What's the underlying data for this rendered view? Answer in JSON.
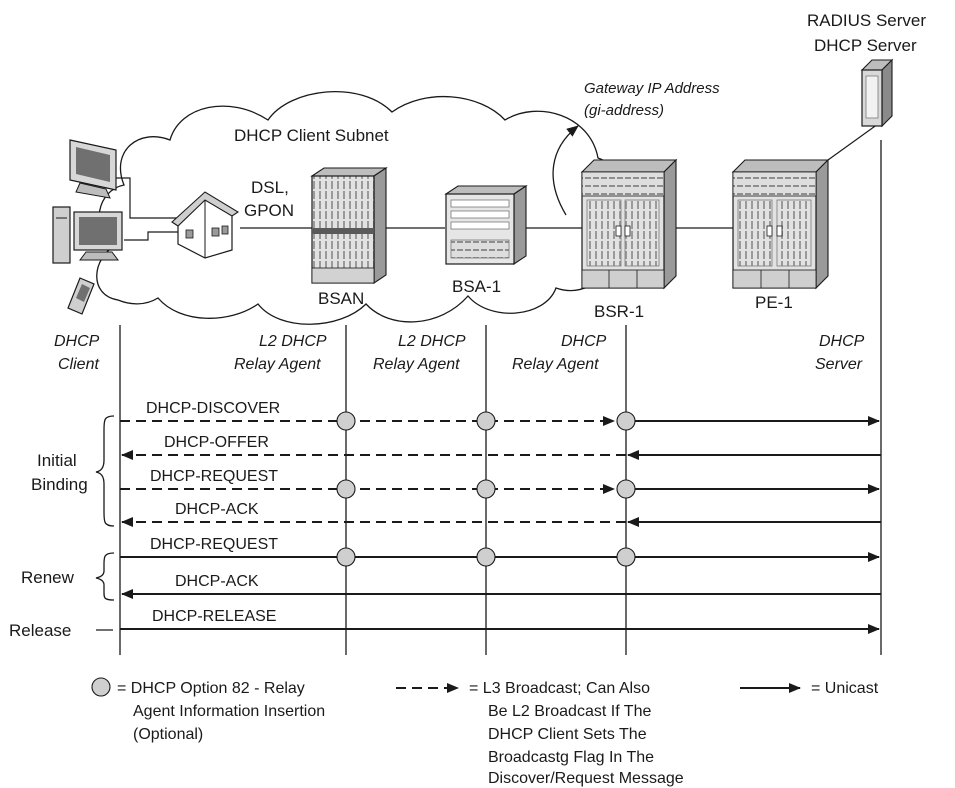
{
  "top": {
    "radius_server": "RADIUS Server",
    "dhcp_server": "DHCP Server",
    "gateway_ip": "Gateway IP Address",
    "gi_address": "(gi-address)",
    "subnet": "DHCP Client Subnet",
    "dsl": "DSL,",
    "gpon": "GPON",
    "bsan": "BSAN",
    "bsa1": "BSA-1",
    "bsr1": "BSR-1",
    "pe1": "PE-1"
  },
  "columns": {
    "client": [
      "DHCP",
      "Client"
    ],
    "bsan": [
      "L2 DHCP",
      "Relay Agent"
    ],
    "bsa": [
      "L2 DHCP",
      "Relay Agent"
    ],
    "bsr": [
      "DHCP",
      "Relay Agent"
    ],
    "server": [
      "DHCP",
      "Server"
    ]
  },
  "phases": {
    "initial": [
      "Initial",
      "Binding"
    ],
    "renew": "Renew",
    "release": "Release"
  },
  "messages": {
    "discover": "DHCP-DISCOVER",
    "offer": "DHCP-OFFER",
    "request1": "DHCP-REQUEST",
    "ack1": "DHCP-ACK",
    "request2": "DHCP-REQUEST",
    "ack2": "DHCP-ACK",
    "release": "DHCP-RELEASE"
  },
  "legend": {
    "circle": [
      "= DHCP Option 82 - Relay",
      "Agent Information Insertion",
      "(Optional)"
    ],
    "dashed": [
      "= L3 Broadcast; Can Also",
      "Be L2 Broadcast If The",
      "DHCP Client Sets The",
      "Broadcastg Flag In The",
      "Discover/Request Message"
    ],
    "solid": "= Unicast"
  },
  "colors": {
    "line": "#1a1a1a",
    "relay_dot": "#cfcfcf",
    "device_fill": "#e4e4e4",
    "device_dark": "#8a8a8a"
  }
}
